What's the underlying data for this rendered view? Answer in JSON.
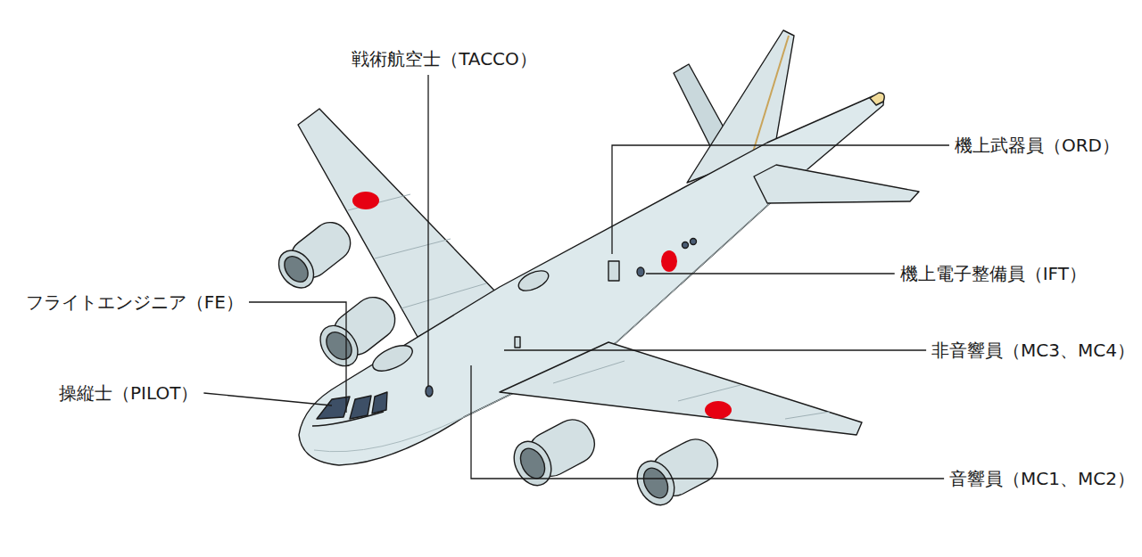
{
  "diagram": {
    "labels": [
      "戦術航空士（TACCO）",
      "機上武器員（ORD）",
      "機上電子整備員（IFT）",
      "フライトエンジニア（FE）",
      "非音響員（MC3、MC4）",
      "操縦士（PILOT）",
      "音響員（MC1、MC2）"
    ]
  }
}
